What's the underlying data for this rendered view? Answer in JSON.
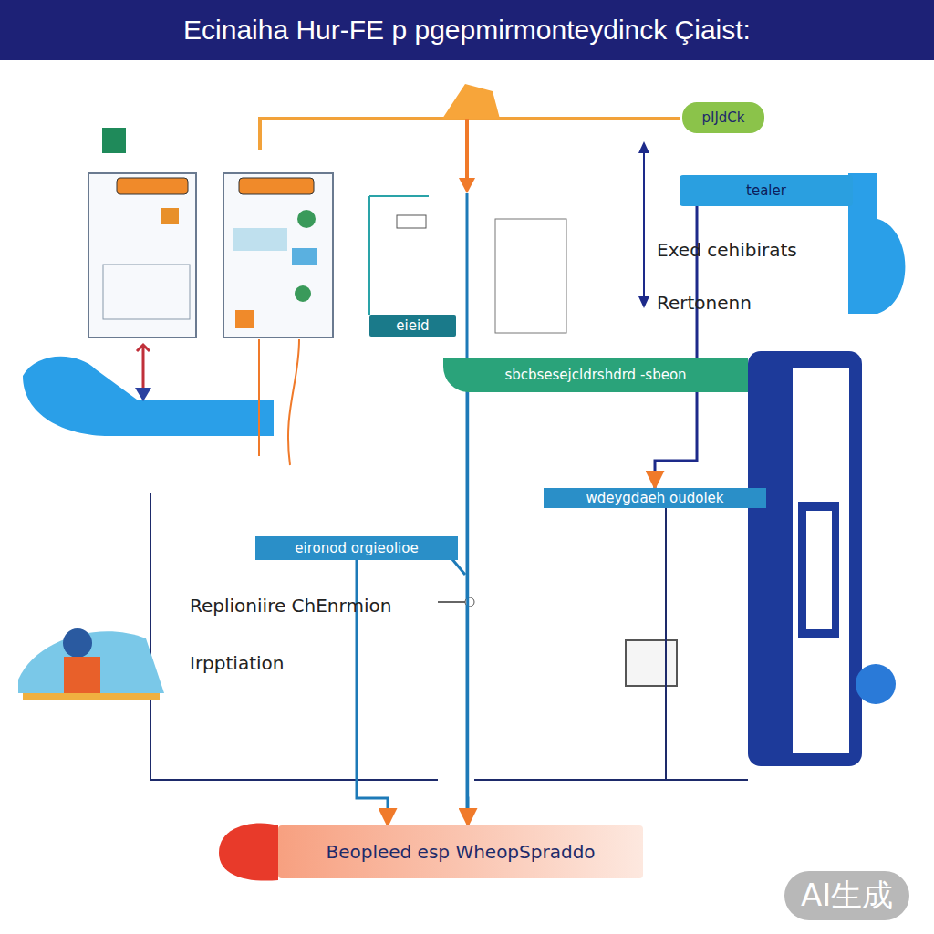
{
  "diagram": {
    "title": "Ecinaiha Hur-FE p pgepmirmonteydinck Çiaist:",
    "nodes": [
      {
        "text": [
          "pIJdCk"
        ]
      },
      {
        "text": [
          "tealer"
        ]
      },
      {
        "text": [
          "eieid"
        ]
      },
      {
        "text": [
          "sbcbsesejcldrshdrd -sbeon"
        ]
      },
      {
        "text": [
          "wdeygdaeh oudolek"
        ]
      },
      {
        "text": [
          "eironod orgieolioe"
        ]
      },
      {
        "text": [
          "Beopleed esp WheopSpraddo"
        ]
      }
    ],
    "edges": [
      {
        "from": 3,
        "to": 6,
        "arrow": "to"
      },
      {
        "from": 5,
        "to": 6,
        "arrow": "to"
      },
      {
        "from": 1,
        "to": 4,
        "arrow": "to"
      }
    ],
    "labels": [
      "Exed cehibirats",
      "Rertonenn",
      "Replioniire ChEnrmion",
      "Irpptiation",
      "AI生成"
    ]
  }
}
